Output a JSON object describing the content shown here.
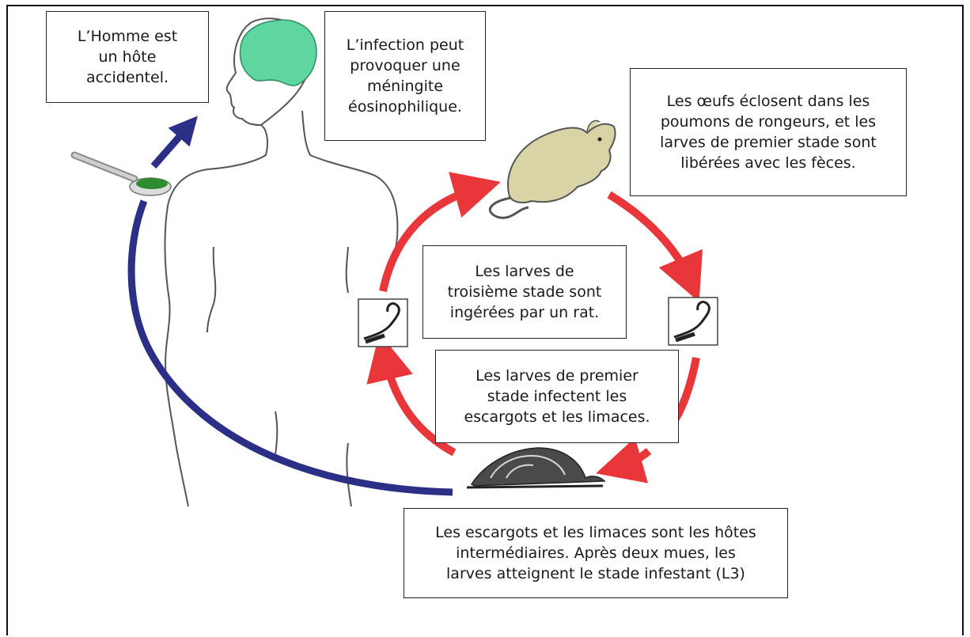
{
  "labels": {
    "accidental_host": "L’Homme est\nun hôte\naccidentel.",
    "meningitis": "L’infection peut\nprovoquer une\nméningite\néosinophilique.",
    "rodent_lungs": "Les œufs éclosent dans les\npoumons de rongeurs, et les\nlarves de premier stade sont\nlibérées avec les fèces.",
    "third_stage_ingested": "Les larves de\ntroisième stade sont\ningérées par un rat.",
    "first_stage_infect": "Les larves de premier\nstade infectent les\nescargots et les limaces.",
    "intermediate_hosts": "Les escargots et les limaces sont les hôtes\nintermédiaires. Après deux mues, les\nlarves atteignent le stade infestant (L3)"
  },
  "colors": {
    "cycle_arrow": "#e8363a",
    "human_arrow": "#2b2f86",
    "brain": "#5fd6a0",
    "rat": "#d8d4a6"
  },
  "icons": [
    "human-silhouette",
    "brain-icon",
    "spoon-icon",
    "rat-icon",
    "larva-icon",
    "snail-icon"
  ]
}
